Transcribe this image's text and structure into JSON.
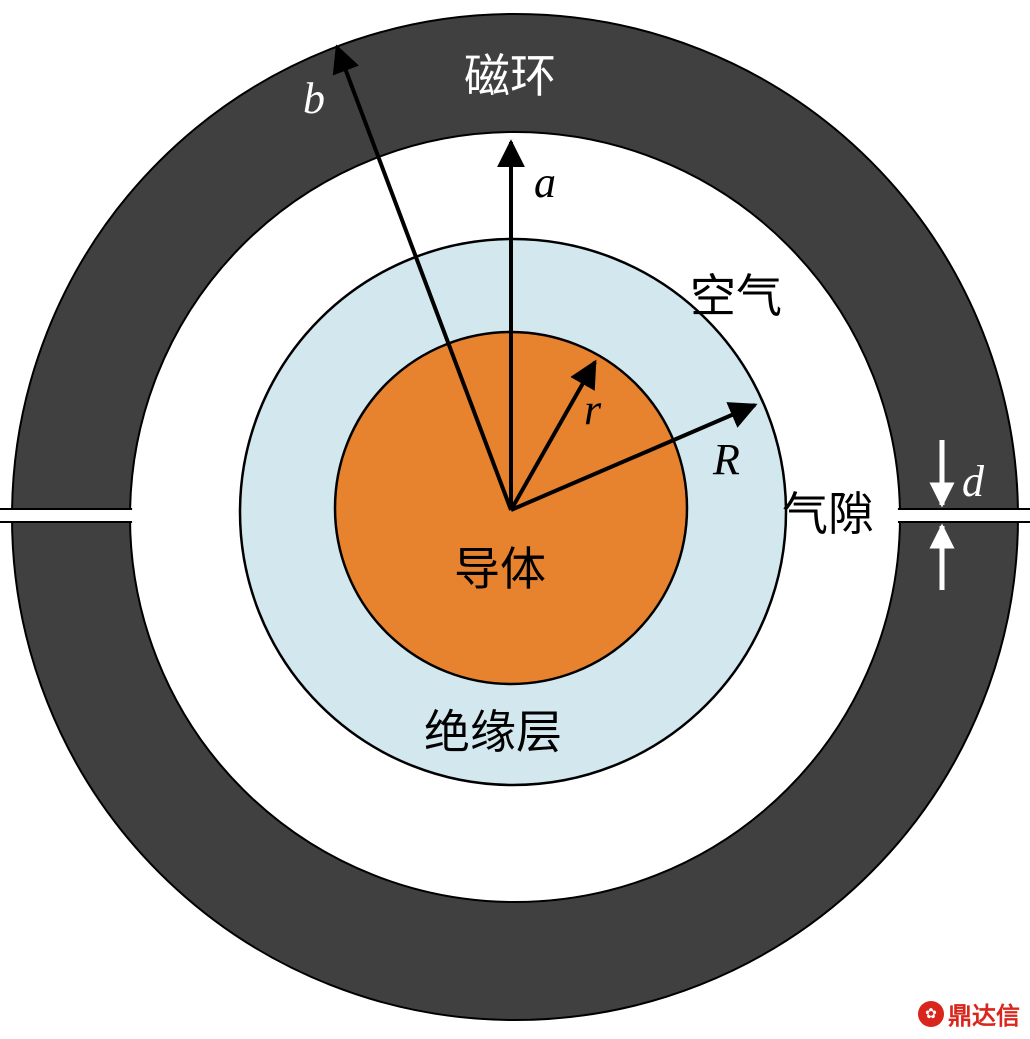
{
  "labels": {
    "magnetic_ring": "磁环",
    "air": "空气",
    "air_gap": "气隙",
    "conductor": "导体",
    "insulation": "绝缘层"
  },
  "variables": {
    "b": "b",
    "a": "a",
    "r": "r",
    "R": "R",
    "d": "d"
  },
  "watermark": "鼎达信",
  "colors": {
    "ring": "#404040",
    "insulation": "#d2e7ee",
    "conductor": "#e7822f",
    "outline": "#000000",
    "watermark": "#d9261c"
  }
}
